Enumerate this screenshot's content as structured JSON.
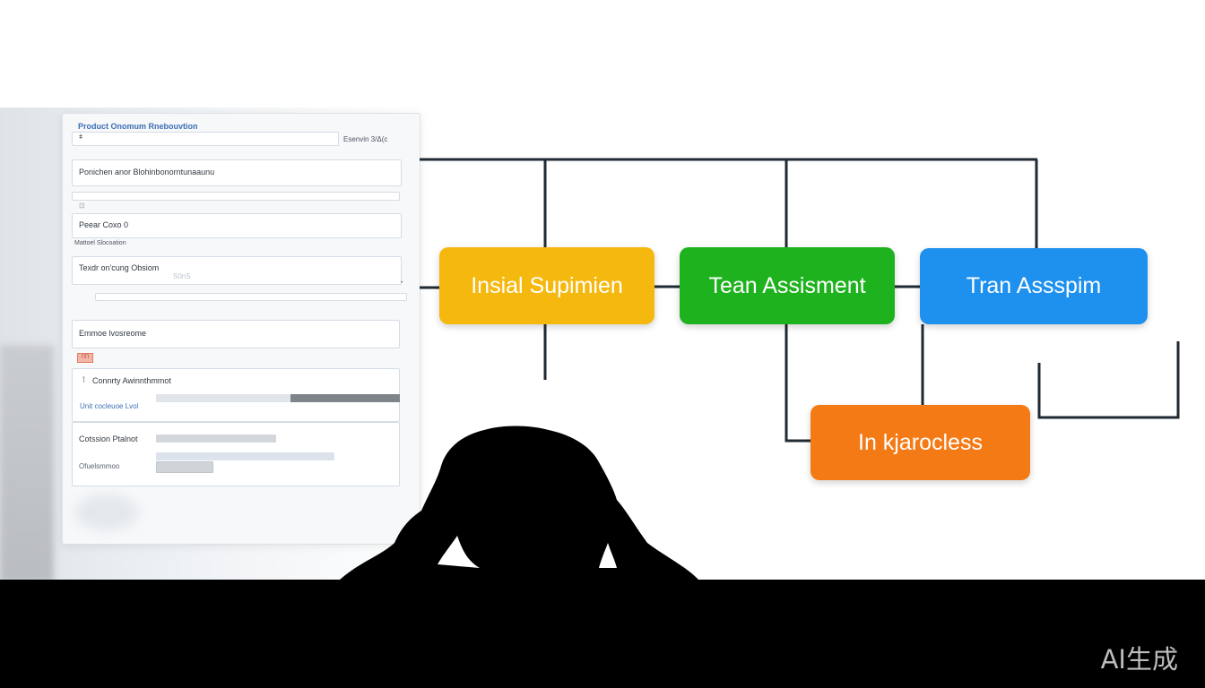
{
  "form": {
    "title": "Product Onomum Rnebouvtion",
    "search_field_value": "ǂ",
    "search_meta": "Esenvin 3/Δ(c",
    "field1_label": "Ponichen anor Blohinbonorntunaaunu",
    "field2_label": "Peear Coxo 0",
    "sub_label": "Mattoel Slocoation",
    "field3_label": "Texdr on'cung Obsiom",
    "field3_overlay": "S0nS",
    "field4_label": "Emmoe lvosreome",
    "chip_text": "ΠΠ",
    "field5_label": "Connrty Awinnthmmot",
    "field5_sub": "Unit cocleuoe Lvol",
    "row1_label": "Cotssion Ptalnot",
    "row2_label": "Ofuelsmmoo"
  },
  "flow": {
    "node_yellow": "Insial Supimien",
    "node_green": "Tean Assisment",
    "node_blue": "Tran Assspim",
    "node_orange": "In kjarocless"
  },
  "colors": {
    "yellow": "#f5b80f",
    "green": "#1fb21f",
    "blue": "#1e90ee",
    "orange": "#f47a15"
  },
  "watermark": "AI生成"
}
